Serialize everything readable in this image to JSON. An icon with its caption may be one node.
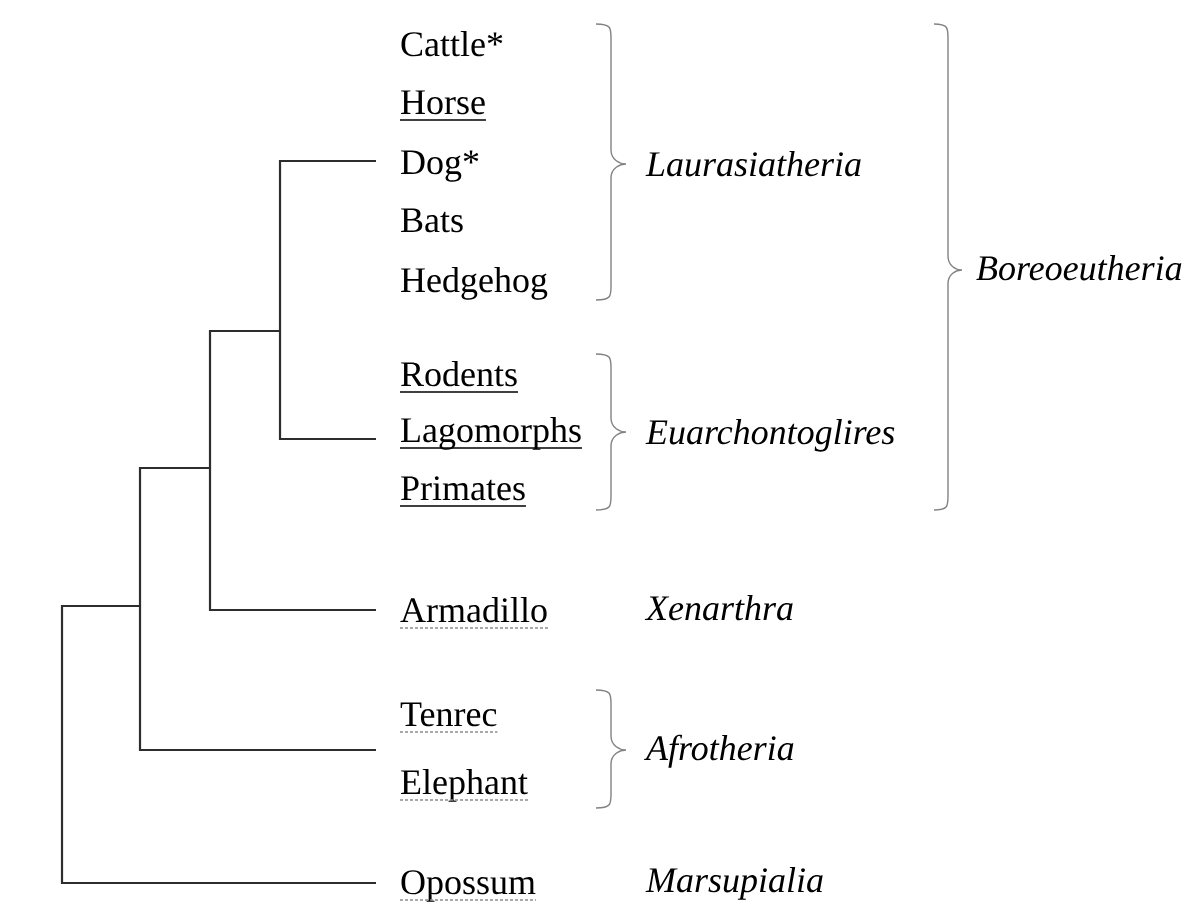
{
  "diagram": {
    "labels": [
      "Cattle*",
      "Horse",
      "Dog*",
      "Bats",
      "Hedgehog",
      "Rodents",
      "Lagomorphs",
      "Primates",
      "Armadillo",
      "Tenrec",
      "Elephant",
      "Opossum",
      "Laurasiatheria",
      "Euarchontoglires",
      "Xenarthra",
      "Afrotheria",
      "Marsupialia",
      "Boreoeutheria"
    ]
  }
}
